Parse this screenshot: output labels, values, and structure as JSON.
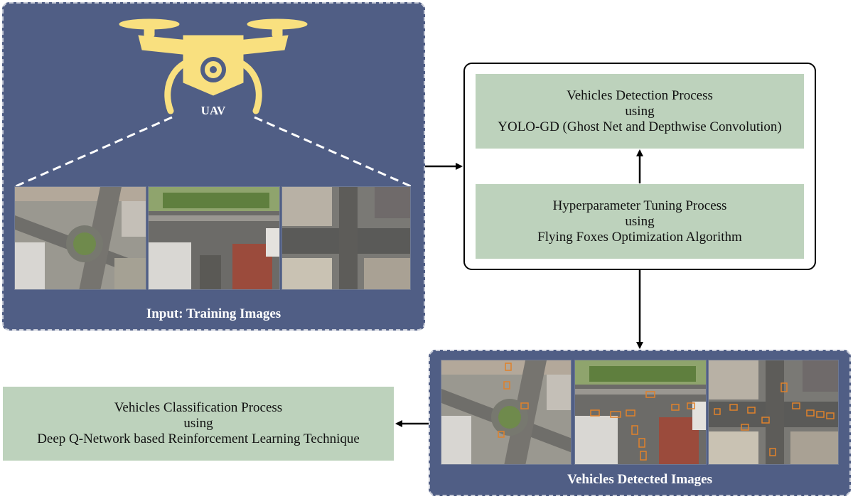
{
  "uav": {
    "label": "UAV",
    "color": "#f9e07f",
    "icon": "drone-icon"
  },
  "input_panel": {
    "label": "Input: Training Images",
    "color": "#505e85"
  },
  "detection_box": {
    "line1": "Vehicles Detection Process",
    "line2": "using",
    "line3": "YOLO-GD (Ghost Net and Depthwise Convolution)"
  },
  "tuning_box": {
    "line1": "Hyperparameter Tuning Process",
    "line2": "using",
    "line3": "Flying Foxes Optimization Algorithm"
  },
  "classification_box": {
    "line1": "Vehicles Classification Process",
    "line2": "using",
    "line3": "Deep Q-Network based Reinforcement Learning Technique"
  },
  "detected_panel": {
    "label": "Vehicles Detected Images"
  },
  "colors": {
    "box_fill": "#bdd2bc",
    "panel_fill": "#505e85",
    "bbox_orange": "#e0812b"
  }
}
